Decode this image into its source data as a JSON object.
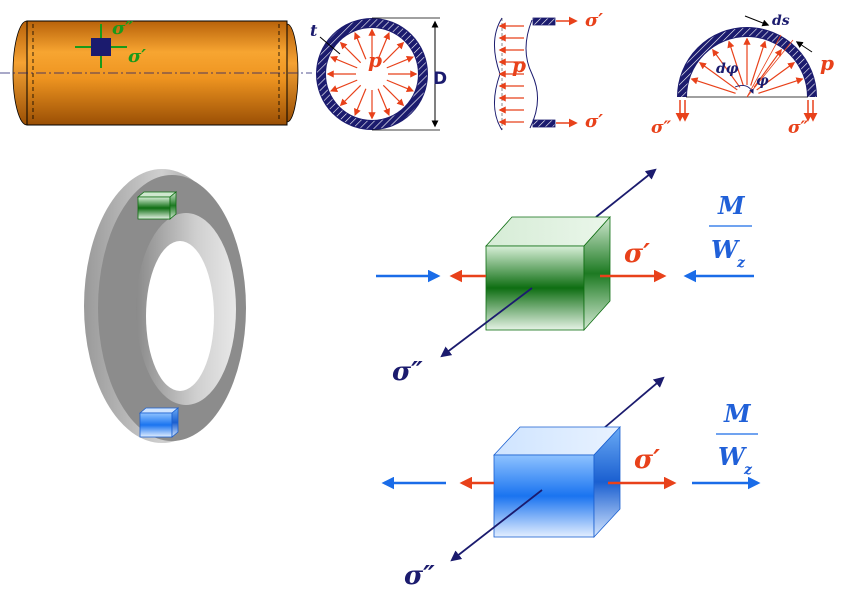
{
  "labels": {
    "sigma_double_prime": "σ″",
    "sigma_prime": "σ′",
    "pressure": "p",
    "thickness": "t",
    "diameter": "D",
    "d_phi": "dφ",
    "phi": "φ",
    "ds": "ds",
    "moment": "M",
    "section_modulus": "W",
    "section_modulus_sub": "z"
  },
  "colors": {
    "cylinder": "#e8901a",
    "navy": "#1b1b6e",
    "red": "#e8411a",
    "green": "#1a9a1a",
    "blue": "#1a6ce8"
  }
}
